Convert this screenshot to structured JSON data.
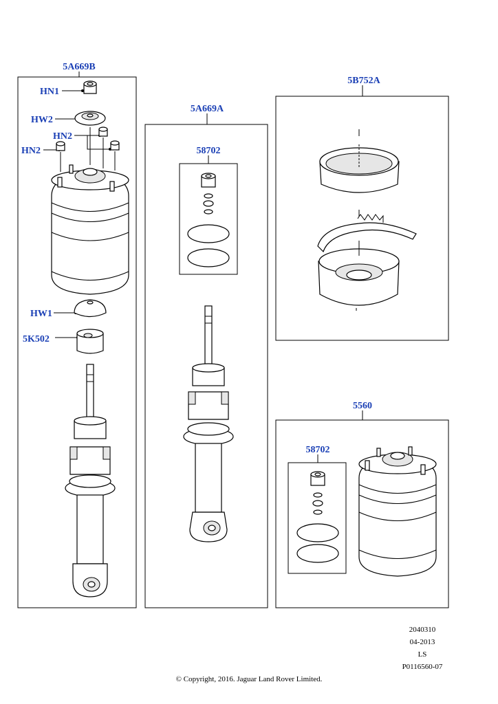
{
  "labels": {
    "assembly_left": "5A669B",
    "assembly_mid": "5A669A",
    "assembly_right_top": "5B752A",
    "assembly_right_bottom": "5560",
    "kit_mid": "58702",
    "kit_right": "58702",
    "hn1": "HN1",
    "hw2": "HW2",
    "hn2_a": "HN2",
    "hn2_b": "HN2",
    "hw1": "HW1",
    "k502": "5K502"
  },
  "info": {
    "code": "2040310",
    "date": "04-2013",
    "region": "LS",
    "ref": "P0116560-07"
  },
  "copyright": "© Copyright, 2016. Jaguar Land Rover Limited.",
  "colors": {
    "label": "#1a3fb5",
    "line": "#000000",
    "shade": "#e6e6e6"
  }
}
